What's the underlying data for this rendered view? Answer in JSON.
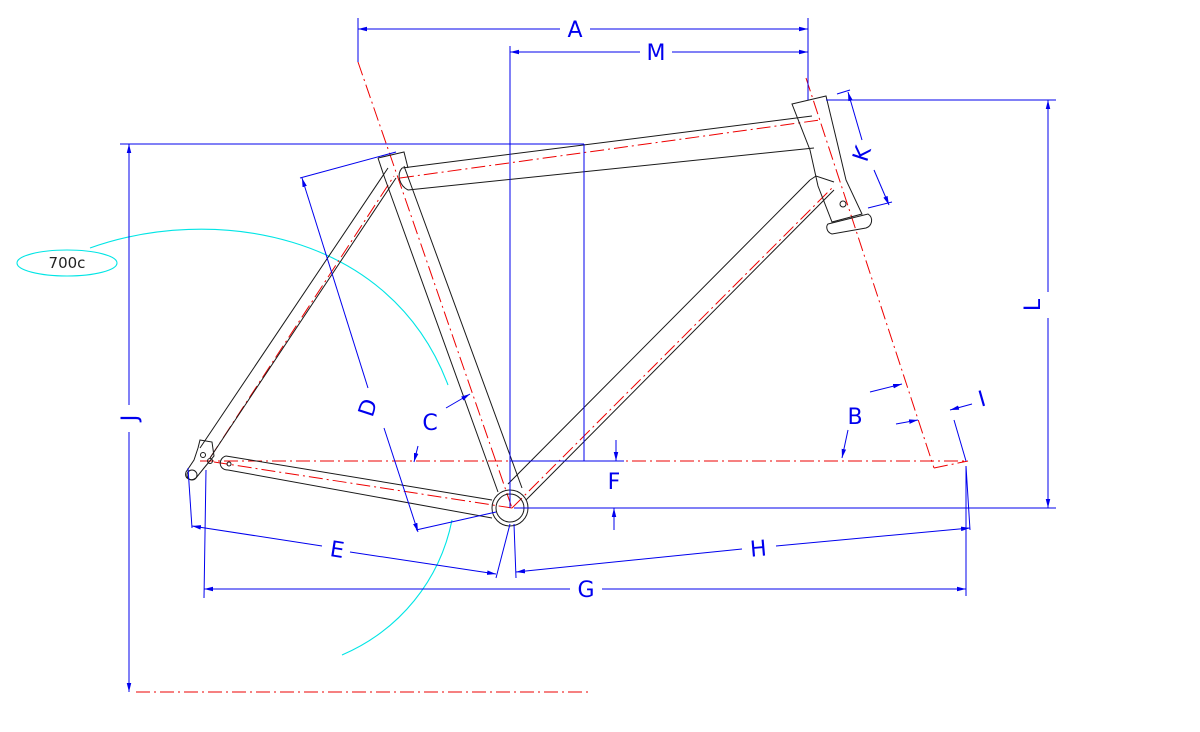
{
  "diagram": {
    "wheel_tag": "700c",
    "dimension_labels": {
      "A": "A",
      "M": "M",
      "K": "K",
      "L": "L",
      "J": "J",
      "D": "D",
      "C": "C",
      "B": "B",
      "I": "I",
      "F": "F",
      "E": "E",
      "H": "H",
      "G": "G"
    },
    "colors": {
      "frame_outline": "#1a1a1a",
      "dimension": "#0000ee",
      "centerline": "#ee0000",
      "wheel_arc": "#00e5e5"
    }
  }
}
